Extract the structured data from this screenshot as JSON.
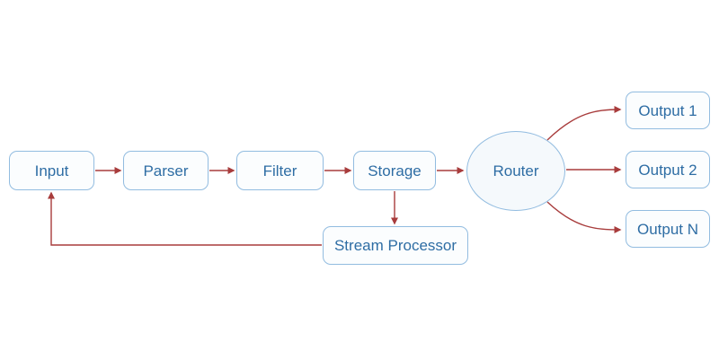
{
  "diagram": {
    "type": "flowchart",
    "nodes": {
      "input": {
        "label": "Input",
        "shape": "rounded-rect"
      },
      "parser": {
        "label": "Parser",
        "shape": "rounded-rect"
      },
      "filter": {
        "label": "Filter",
        "shape": "rounded-rect"
      },
      "storage": {
        "label": "Storage",
        "shape": "rounded-rect"
      },
      "router": {
        "label": "Router",
        "shape": "ellipse"
      },
      "stream_processor": {
        "label": "Stream Processor",
        "shape": "rounded-rect"
      },
      "output_1": {
        "label": "Output 1",
        "shape": "rounded-rect"
      },
      "output_2": {
        "label": "Output 2",
        "shape": "rounded-rect"
      },
      "output_n": {
        "label": "Output N",
        "shape": "rounded-rect"
      }
    },
    "edges": [
      {
        "from": "input",
        "to": "parser",
        "style": "straight"
      },
      {
        "from": "parser",
        "to": "filter",
        "style": "straight"
      },
      {
        "from": "filter",
        "to": "storage",
        "style": "straight"
      },
      {
        "from": "storage",
        "to": "router",
        "style": "straight"
      },
      {
        "from": "storage",
        "to": "stream_processor",
        "style": "straight"
      },
      {
        "from": "stream_processor",
        "to": "input",
        "style": "orthogonal-feedback"
      },
      {
        "from": "router",
        "to": "output_1",
        "style": "curved"
      },
      {
        "from": "router",
        "to": "output_2",
        "style": "straight"
      },
      {
        "from": "router",
        "to": "output_n",
        "style": "curved"
      }
    ],
    "colors": {
      "node_border": "#92bce0",
      "node_fill": "#fbfdfe",
      "router_fill": "#f5f9fc",
      "label_text": "#2e6da4",
      "arrow": "#a83c3c",
      "background": "#ffffff"
    }
  }
}
